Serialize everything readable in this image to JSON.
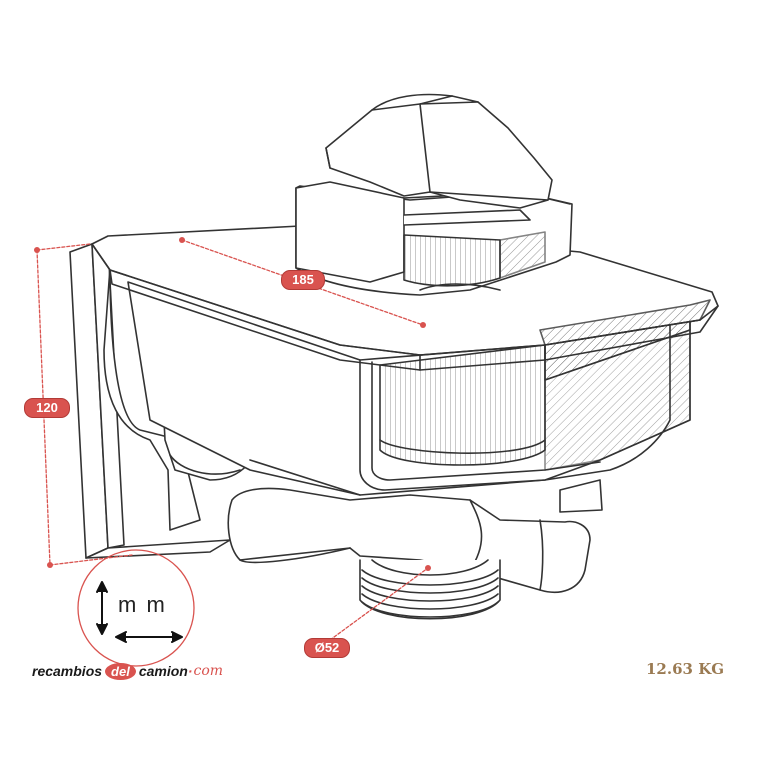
{
  "dimensions": {
    "length": "185",
    "height": "120",
    "diameter": "Ø52"
  },
  "units": "m m",
  "weight": "12.63 KG",
  "logo": {
    "part1": "recambios",
    "part2": "del",
    "part3": "camion",
    "part4": "com"
  },
  "colors": {
    "dimension": "#d9534f",
    "line_art": "#333333",
    "weight_text": "#9a7a52"
  }
}
